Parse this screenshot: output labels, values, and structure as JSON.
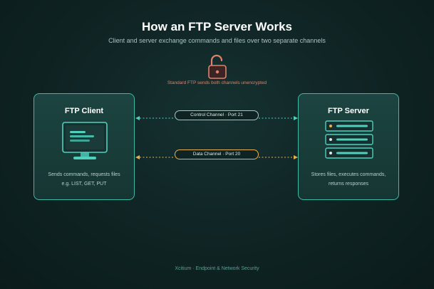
{
  "header": {
    "title": "How an FTP Server Works",
    "subtitle": "Client and server exchange commands and files over two separate channels"
  },
  "warning": {
    "icon": "unlocked-padlock-icon",
    "text": "Standard FTP sends both channels unencrypted",
    "color": "#e0826a"
  },
  "client": {
    "title": "FTP Client",
    "icon": "monitor-icon",
    "description": [
      "Sends commands, requests files",
      "e.g. LIST, GET, PUT"
    ]
  },
  "server": {
    "title": "FTP Server",
    "icon": "server-rack-icon",
    "description": [
      "Stores files, executes commands,",
      "returns responses"
    ]
  },
  "channels": {
    "control": {
      "label": "Control Channel · Port 21",
      "color": "#4fd1be"
    },
    "data": {
      "label": "Data Channel · Port 20",
      "color": "#e8b04c"
    }
  },
  "footer": {
    "text": "Xcitium · Endpoint & Network Security"
  },
  "colors": {
    "accent": "#3fb9a6",
    "background": "#0f2323"
  }
}
